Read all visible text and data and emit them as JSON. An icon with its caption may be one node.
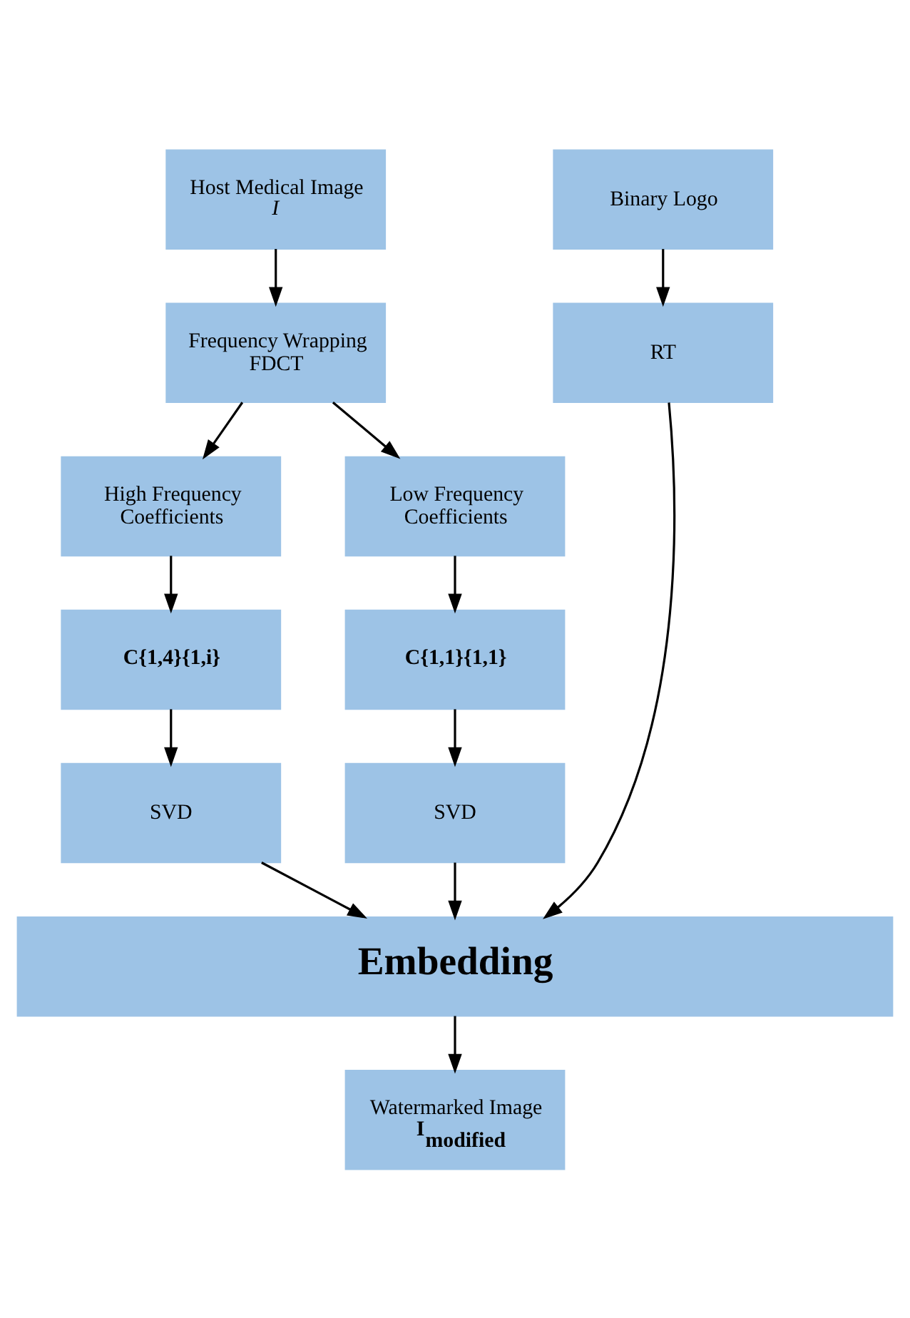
{
  "diagram": {
    "nodes": [
      {
        "text": [
          "Host Medical Image *I*"
        ]
      },
      {
        "text": [
          "Frequency Wrapping FDCT"
        ]
      },
      {
        "text": [
          "High Frequency Coefficients"
        ]
      },
      {
        "text": [
          "Low Frequency Coefficients"
        ]
      },
      {
        "text": [
          "C{1,4}{1,i}"
        ]
      },
      {
        "text": [
          "C{1,1}{1,1}"
        ]
      },
      {
        "text": [
          "SVD"
        ]
      },
      {
        "text": [
          "SVD"
        ]
      },
      {
        "text": [
          "Binary Logo"
        ]
      },
      {
        "text": [
          "RT"
        ]
      },
      {
        "text": [
          "Embedding"
        ]
      },
      {
        "text": [
          "Watermarked Image",
          "**I$_{modified}$**"
        ]
      }
    ],
    "edges": [
      {
        "from": 0,
        "to": 1,
        "arrow": "to"
      },
      {
        "from": 1,
        "to": 2,
        "arrow": "to"
      },
      {
        "from": 1,
        "to": 3,
        "arrow": "to"
      },
      {
        "from": 2,
        "to": 4,
        "arrow": "to"
      },
      {
        "from": 3,
        "to": 5,
        "arrow": "to"
      },
      {
        "from": 4,
        "to": 6,
        "arrow": "to"
      },
      {
        "from": 5,
        "to": 7,
        "arrow": "to"
      },
      {
        "from": 6,
        "to": 10,
        "arrow": "to"
      },
      {
        "from": 7,
        "to": 10,
        "arrow": "to"
      },
      {
        "from": 8,
        "to": 9,
        "arrow": "to"
      },
      {
        "from": 9,
        "to": 10,
        "arrow": "to"
      },
      {
        "from": 10,
        "to": 11,
        "arrow": "to"
      }
    ]
  }
}
